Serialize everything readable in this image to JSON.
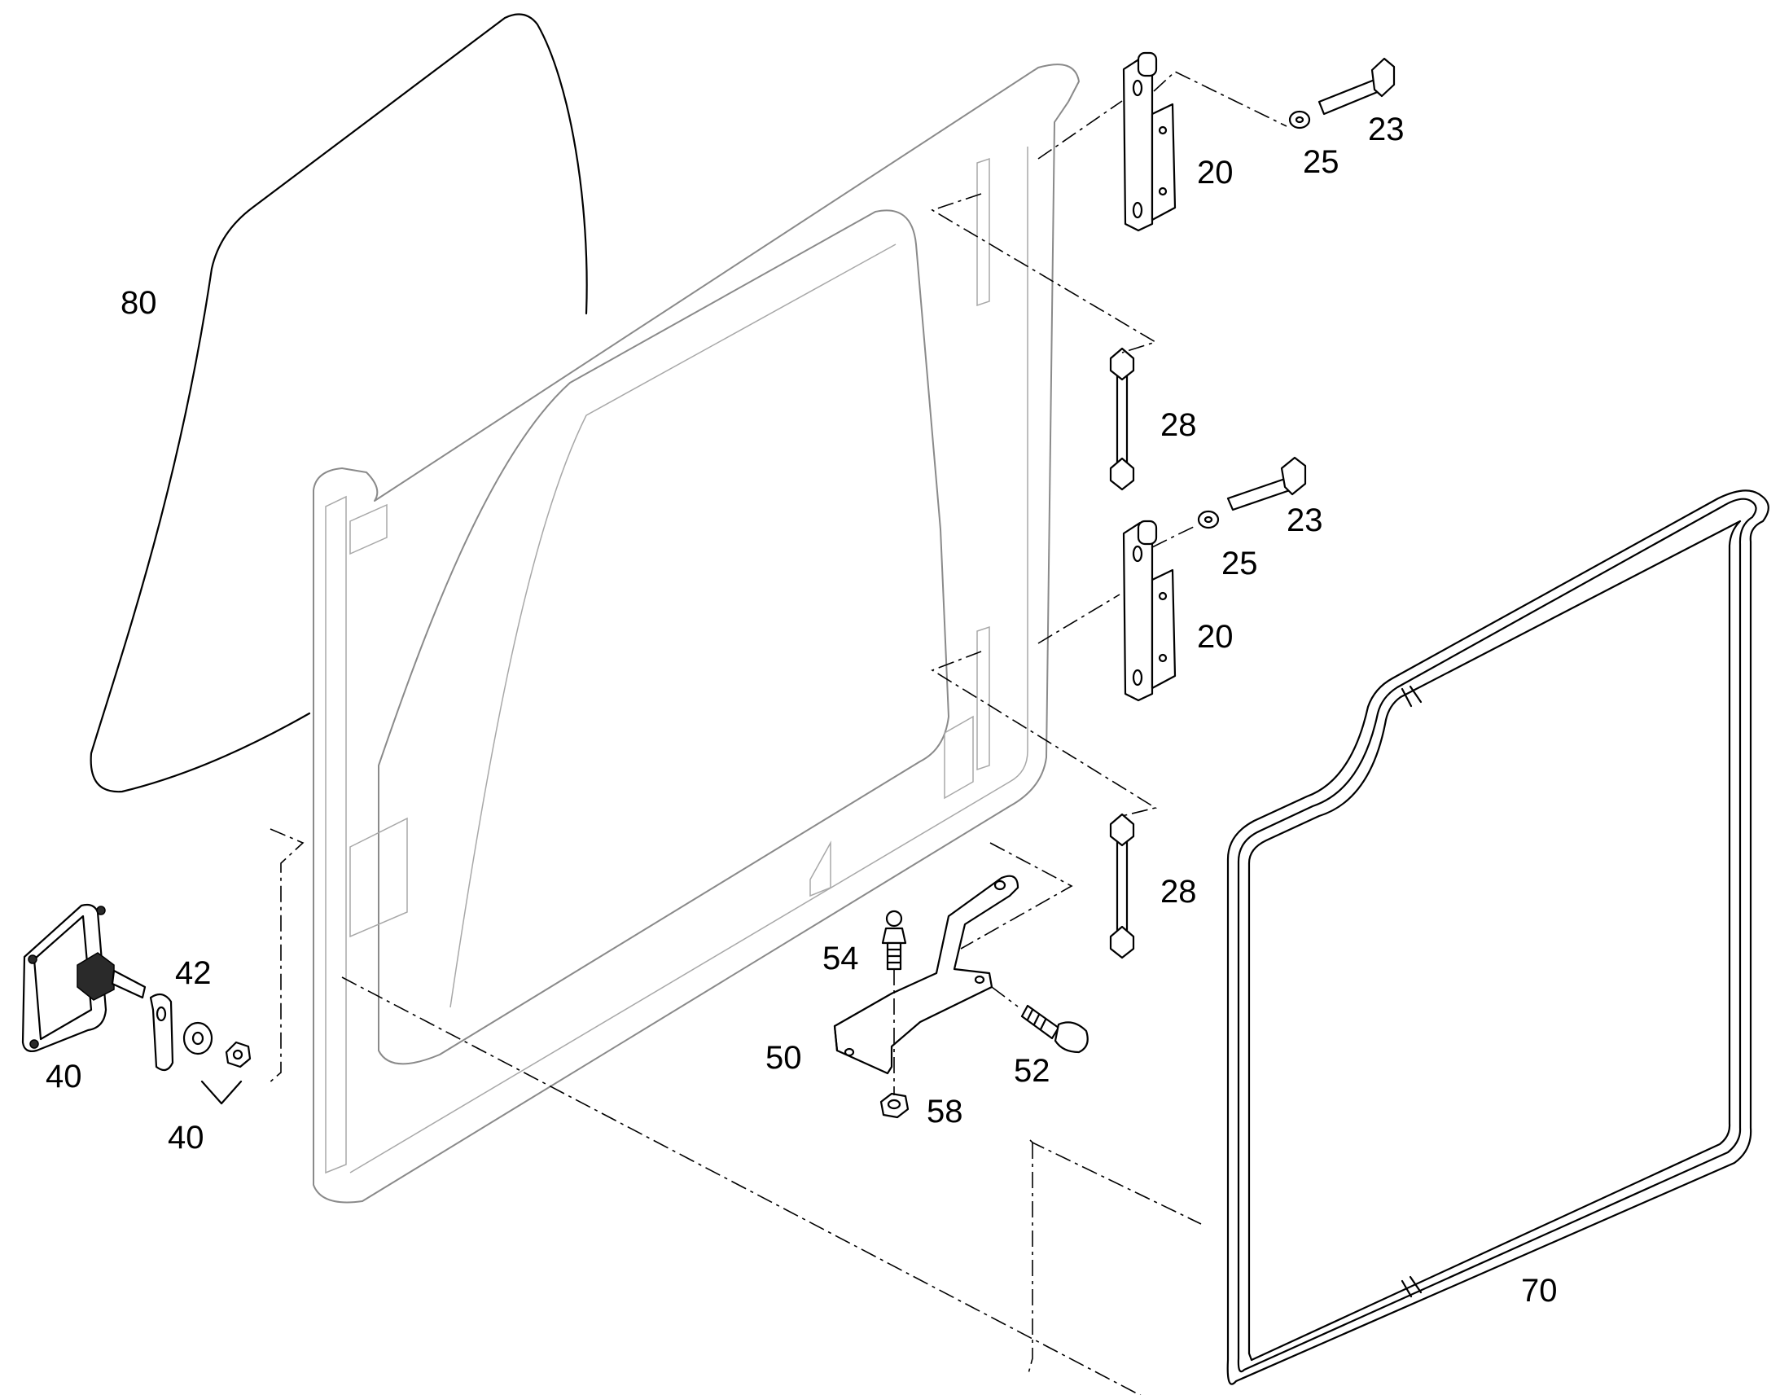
{
  "diagram": {
    "callouts": [
      {
        "id": "glass",
        "text": "80"
      },
      {
        "id": "hinge-top",
        "text": "20"
      },
      {
        "id": "washer-top",
        "text": "25"
      },
      {
        "id": "bolt-top",
        "text": "23"
      },
      {
        "id": "link-top",
        "text": "28"
      },
      {
        "id": "bolt-mid",
        "text": "23"
      },
      {
        "id": "washer-mid",
        "text": "25"
      },
      {
        "id": "hinge-bottom",
        "text": "20"
      },
      {
        "id": "link-bottom",
        "text": "28"
      },
      {
        "id": "ball-stud",
        "text": "54"
      },
      {
        "id": "bracket",
        "text": "50"
      },
      {
        "id": "screw",
        "text": "52"
      },
      {
        "id": "nut",
        "text": "58"
      },
      {
        "id": "seal",
        "text": "70"
      },
      {
        "id": "lamp",
        "text": "40"
      },
      {
        "id": "clip",
        "text": "42"
      },
      {
        "id": "lamp-kit",
        "text": "40"
      }
    ]
  }
}
